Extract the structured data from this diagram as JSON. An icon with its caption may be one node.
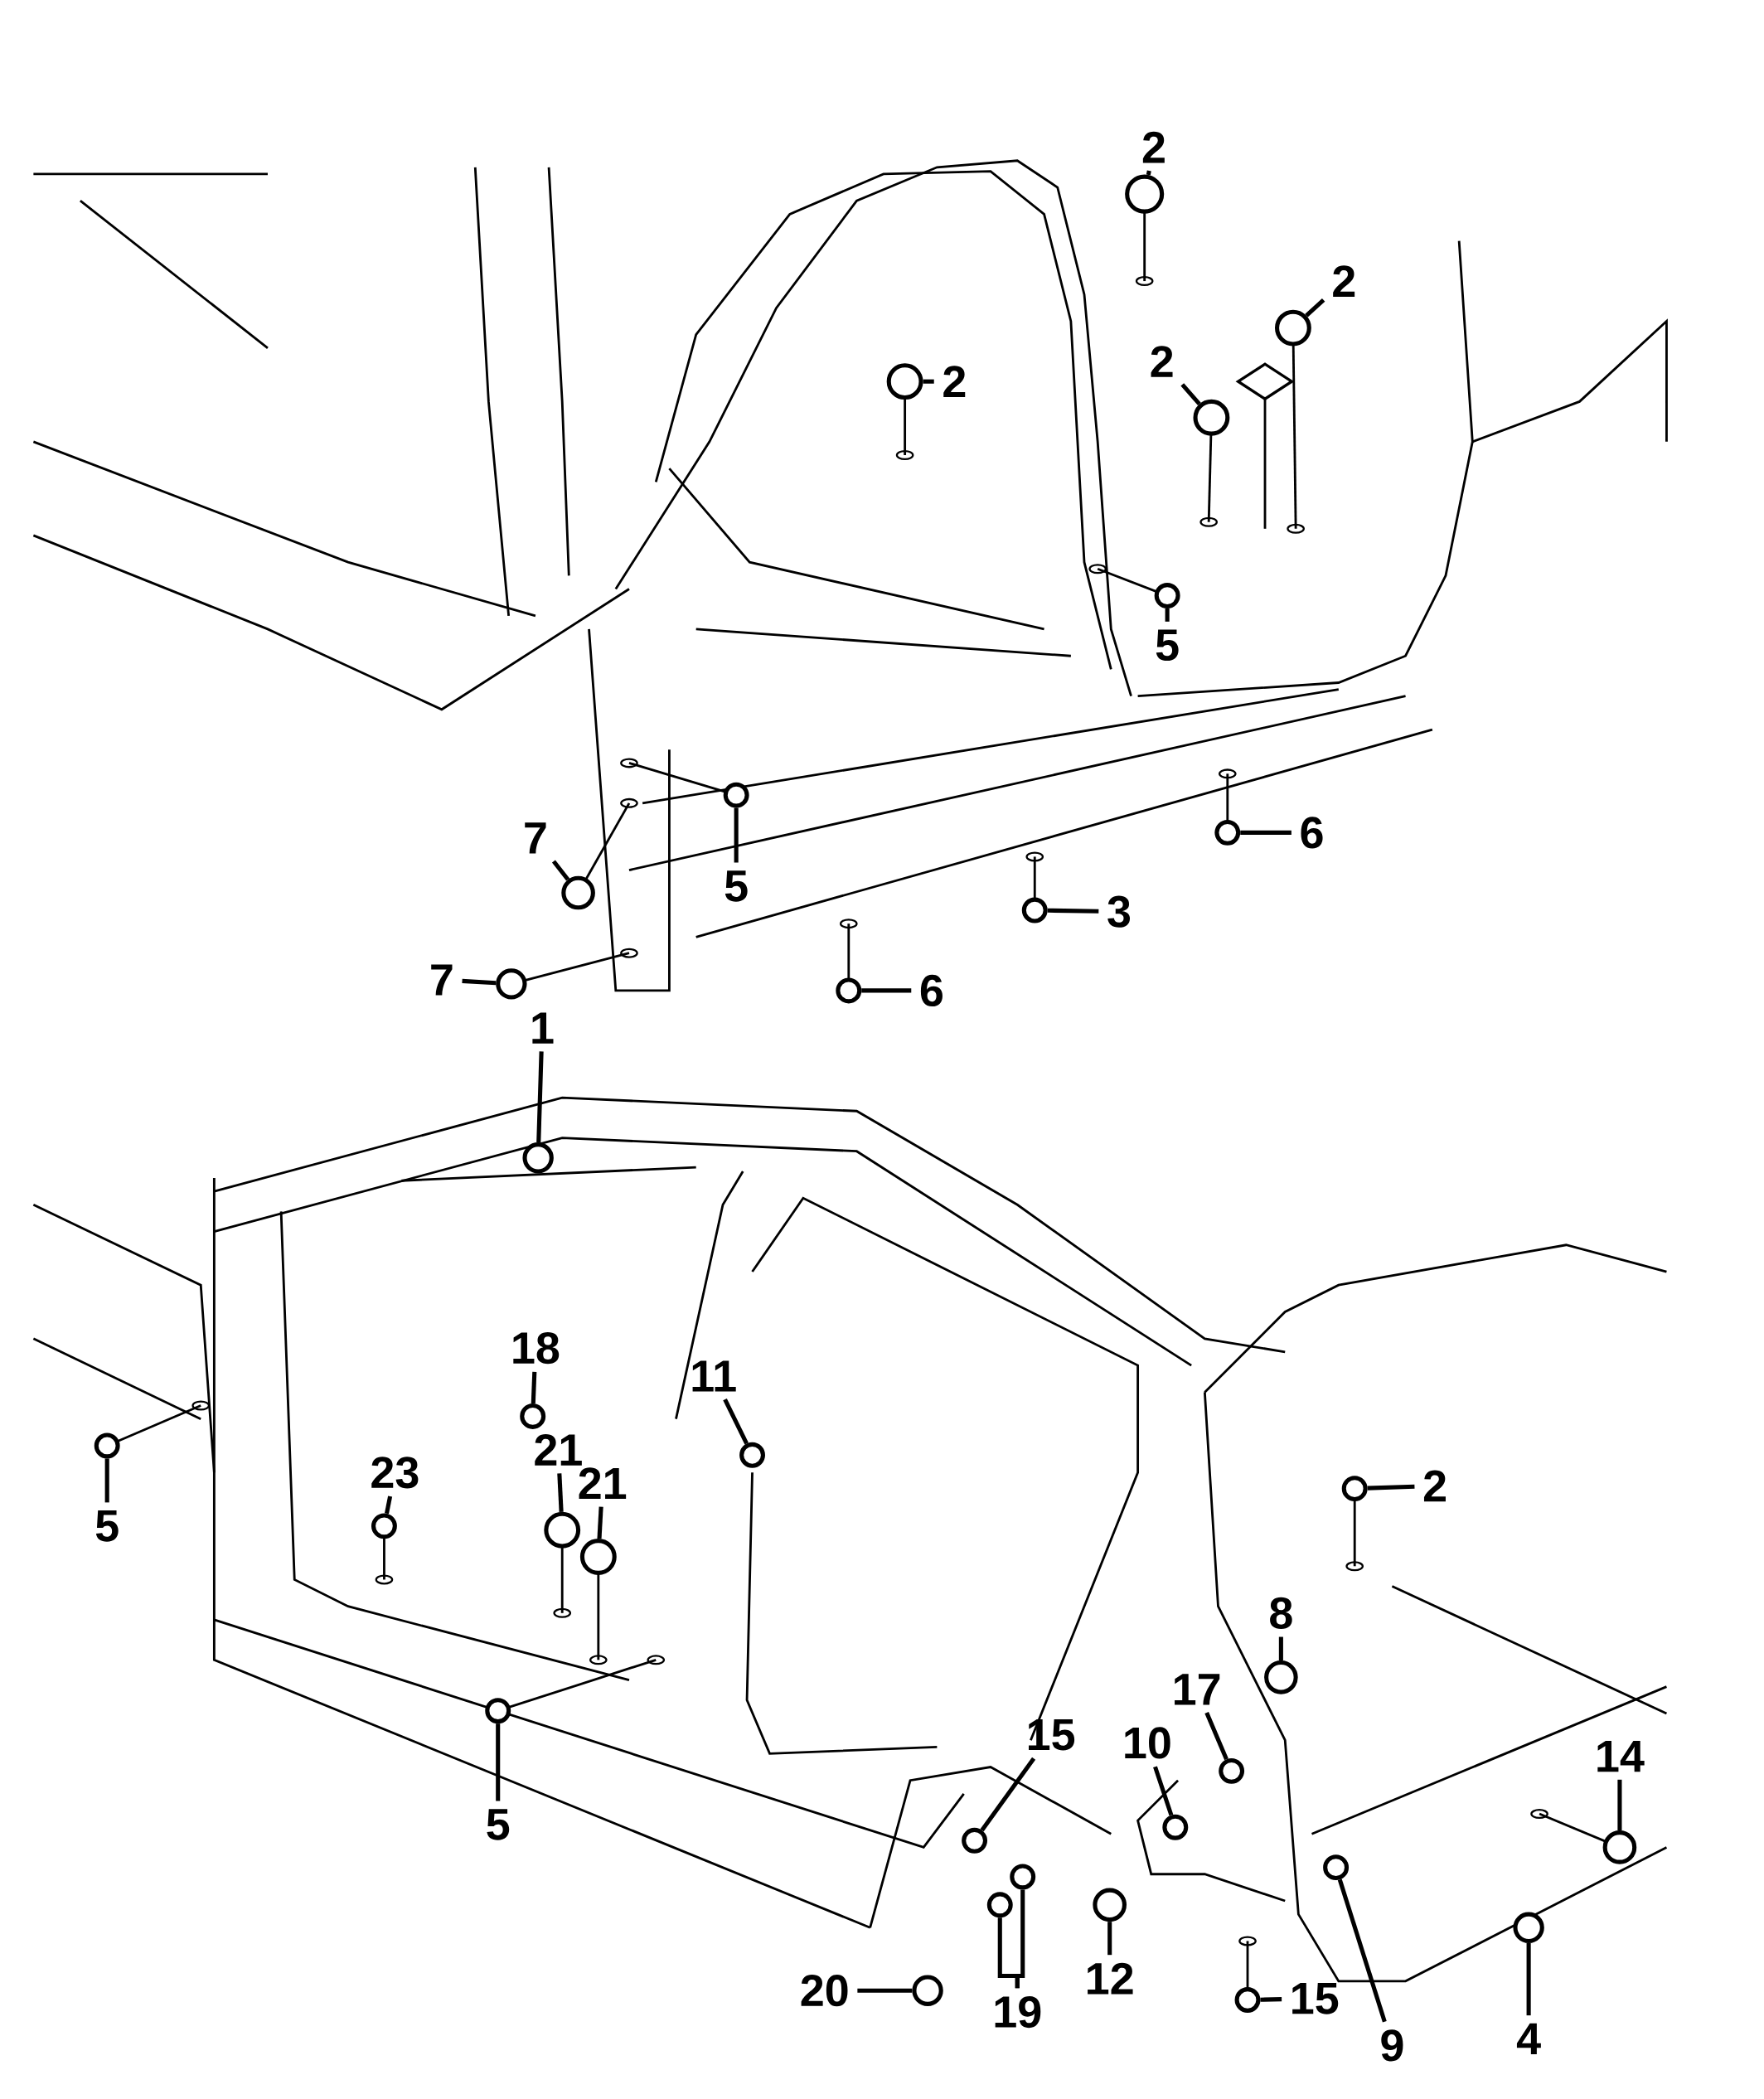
{
  "diagram": {
    "nodes": [
      {
        "text": [
          "2"
        ]
      },
      {
        "text": [],
        "shape": "circle"
      },
      {
        "text": [
          "2"
        ]
      },
      {
        "text": [],
        "shape": "circle"
      },
      {
        "text": [
          "2"
        ]
      },
      {
        "text": [],
        "shape": "circle"
      },
      {
        "text": [
          "2"
        ]
      },
      {
        "text": [],
        "shape": "circle"
      },
      {
        "text": [
          "5"
        ]
      },
      {
        "text": [],
        "shape": "circle"
      },
      {
        "text": [
          "7"
        ]
      },
      {
        "text": [],
        "shape": "circle"
      },
      {
        "text": [
          "5"
        ]
      },
      {
        "text": [],
        "shape": "circle"
      },
      {
        "text": [
          "6"
        ]
      },
      {
        "text": [],
        "shape": "circle"
      },
      {
        "text": [
          "3"
        ]
      },
      {
        "text": [],
        "shape": "circle"
      },
      {
        "text": [
          "7"
        ]
      },
      {
        "text": [],
        "shape": "circle"
      },
      {
        "text": [
          "6"
        ]
      },
      {
        "text": [],
        "shape": "circle"
      },
      {
        "text": [
          "1"
        ]
      },
      {
        "text": [],
        "shape": "circle"
      },
      {
        "text": [
          "5"
        ]
      },
      {
        "text": [],
        "shape": "circle"
      },
      {
        "text": [
          "18"
        ]
      },
      {
        "text": [],
        "shape": "circle"
      },
      {
        "text": [
          "23"
        ]
      },
      {
        "text": [],
        "shape": "circle"
      },
      {
        "text": [
          "21"
        ]
      },
      {
        "text": [],
        "shape": "circle"
      },
      {
        "text": [
          "21"
        ]
      },
      {
        "text": [],
        "shape": "circle"
      },
      {
        "text": [
          "11"
        ]
      },
      {
        "text": [],
        "shape": "circle"
      },
      {
        "text": [
          "2"
        ]
      },
      {
        "text": [],
        "shape": "circle"
      },
      {
        "text": [
          "8"
        ]
      },
      {
        "text": [],
        "shape": "circle"
      },
      {
        "text": [
          "17"
        ]
      },
      {
        "text": [],
        "shape": "circle"
      },
      {
        "text": [
          "10"
        ]
      },
      {
        "text": [],
        "shape": "circle"
      },
      {
        "text": [
          "15"
        ]
      },
      {
        "text": [],
        "shape": "circle"
      },
      {
        "text": [
          "14"
        ]
      },
      {
        "text": [],
        "shape": "circle"
      },
      {
        "text": [
          "5"
        ]
      },
      {
        "text": [],
        "shape": "circle"
      },
      {
        "text": [
          "12"
        ]
      },
      {
        "text": [],
        "shape": "circle"
      },
      {
        "text": [
          "19"
        ]
      },
      {
        "text": [],
        "shape": "circle"
      },
      {
        "text": [],
        "shape": "circle"
      },
      {
        "text": [
          "20"
        ]
      },
      {
        "text": [],
        "shape": "circle"
      },
      {
        "text": [
          "15"
        ]
      },
      {
        "text": [],
        "shape": "circle"
      },
      {
        "text": [
          "9"
        ]
      },
      {
        "text": [],
        "shape": "circle"
      },
      {
        "text": [
          "4"
        ]
      },
      {
        "text": [],
        "shape": "circle"
      }
    ],
    "edges": [
      {
        "from": 0,
        "to": 1,
        "arrow": "none"
      },
      {
        "from": 2,
        "to": 3,
        "arrow": "none"
      },
      {
        "from": 4,
        "to": 5,
        "arrow": "none"
      },
      {
        "from": 6,
        "to": 7,
        "arrow": "none"
      },
      {
        "from": 8,
        "to": 9,
        "arrow": "none"
      },
      {
        "from": 10,
        "to": 11,
        "arrow": "none"
      },
      {
        "from": 12,
        "to": 13,
        "arrow": "none"
      },
      {
        "from": 14,
        "to": 15,
        "arrow": "none"
      },
      {
        "from": 16,
        "to": 17,
        "arrow": "none"
      },
      {
        "from": 18,
        "to": 19,
        "arrow": "none"
      },
      {
        "from": 20,
        "to": 21,
        "arrow": "none"
      },
      {
        "from": 22,
        "to": 23,
        "arrow": "none"
      },
      {
        "from": 24,
        "to": 25,
        "arrow": "none"
      },
      {
        "from": 26,
        "to": 27,
        "arrow": "none"
      },
      {
        "from": 28,
        "to": 29,
        "arrow": "none"
      },
      {
        "from": 30,
        "to": 31,
        "arrow": "none"
      },
      {
        "from": 32,
        "to": 33,
        "arrow": "none"
      },
      {
        "from": 34,
        "to": 35,
        "arrow": "none"
      },
      {
        "from": 36,
        "to": 37,
        "arrow": "none"
      },
      {
        "from": 38,
        "to": 39,
        "arrow": "none"
      },
      {
        "from": 40,
        "to": 41,
        "arrow": "none"
      },
      {
        "from": 42,
        "to": 43,
        "arrow": "none"
      },
      {
        "from": 44,
        "to": 45,
        "arrow": "none"
      },
      {
        "from": 46,
        "to": 47,
        "arrow": "none"
      },
      {
        "from": 48,
        "to": 49,
        "arrow": "none"
      },
      {
        "from": 50,
        "to": 51,
        "arrow": "none"
      },
      {
        "from": 52,
        "to": 53,
        "arrow": "none"
      },
      {
        "from": 52,
        "to": 54,
        "arrow": "none"
      },
      {
        "from": 55,
        "to": 56,
        "arrow": "none"
      },
      {
        "from": 57,
        "to": 58,
        "arrow": "none"
      },
      {
        "from": 59,
        "to": 60,
        "arrow": "none"
      },
      {
        "from": 61,
        "to": 62,
        "arrow": "none"
      }
    ]
  }
}
